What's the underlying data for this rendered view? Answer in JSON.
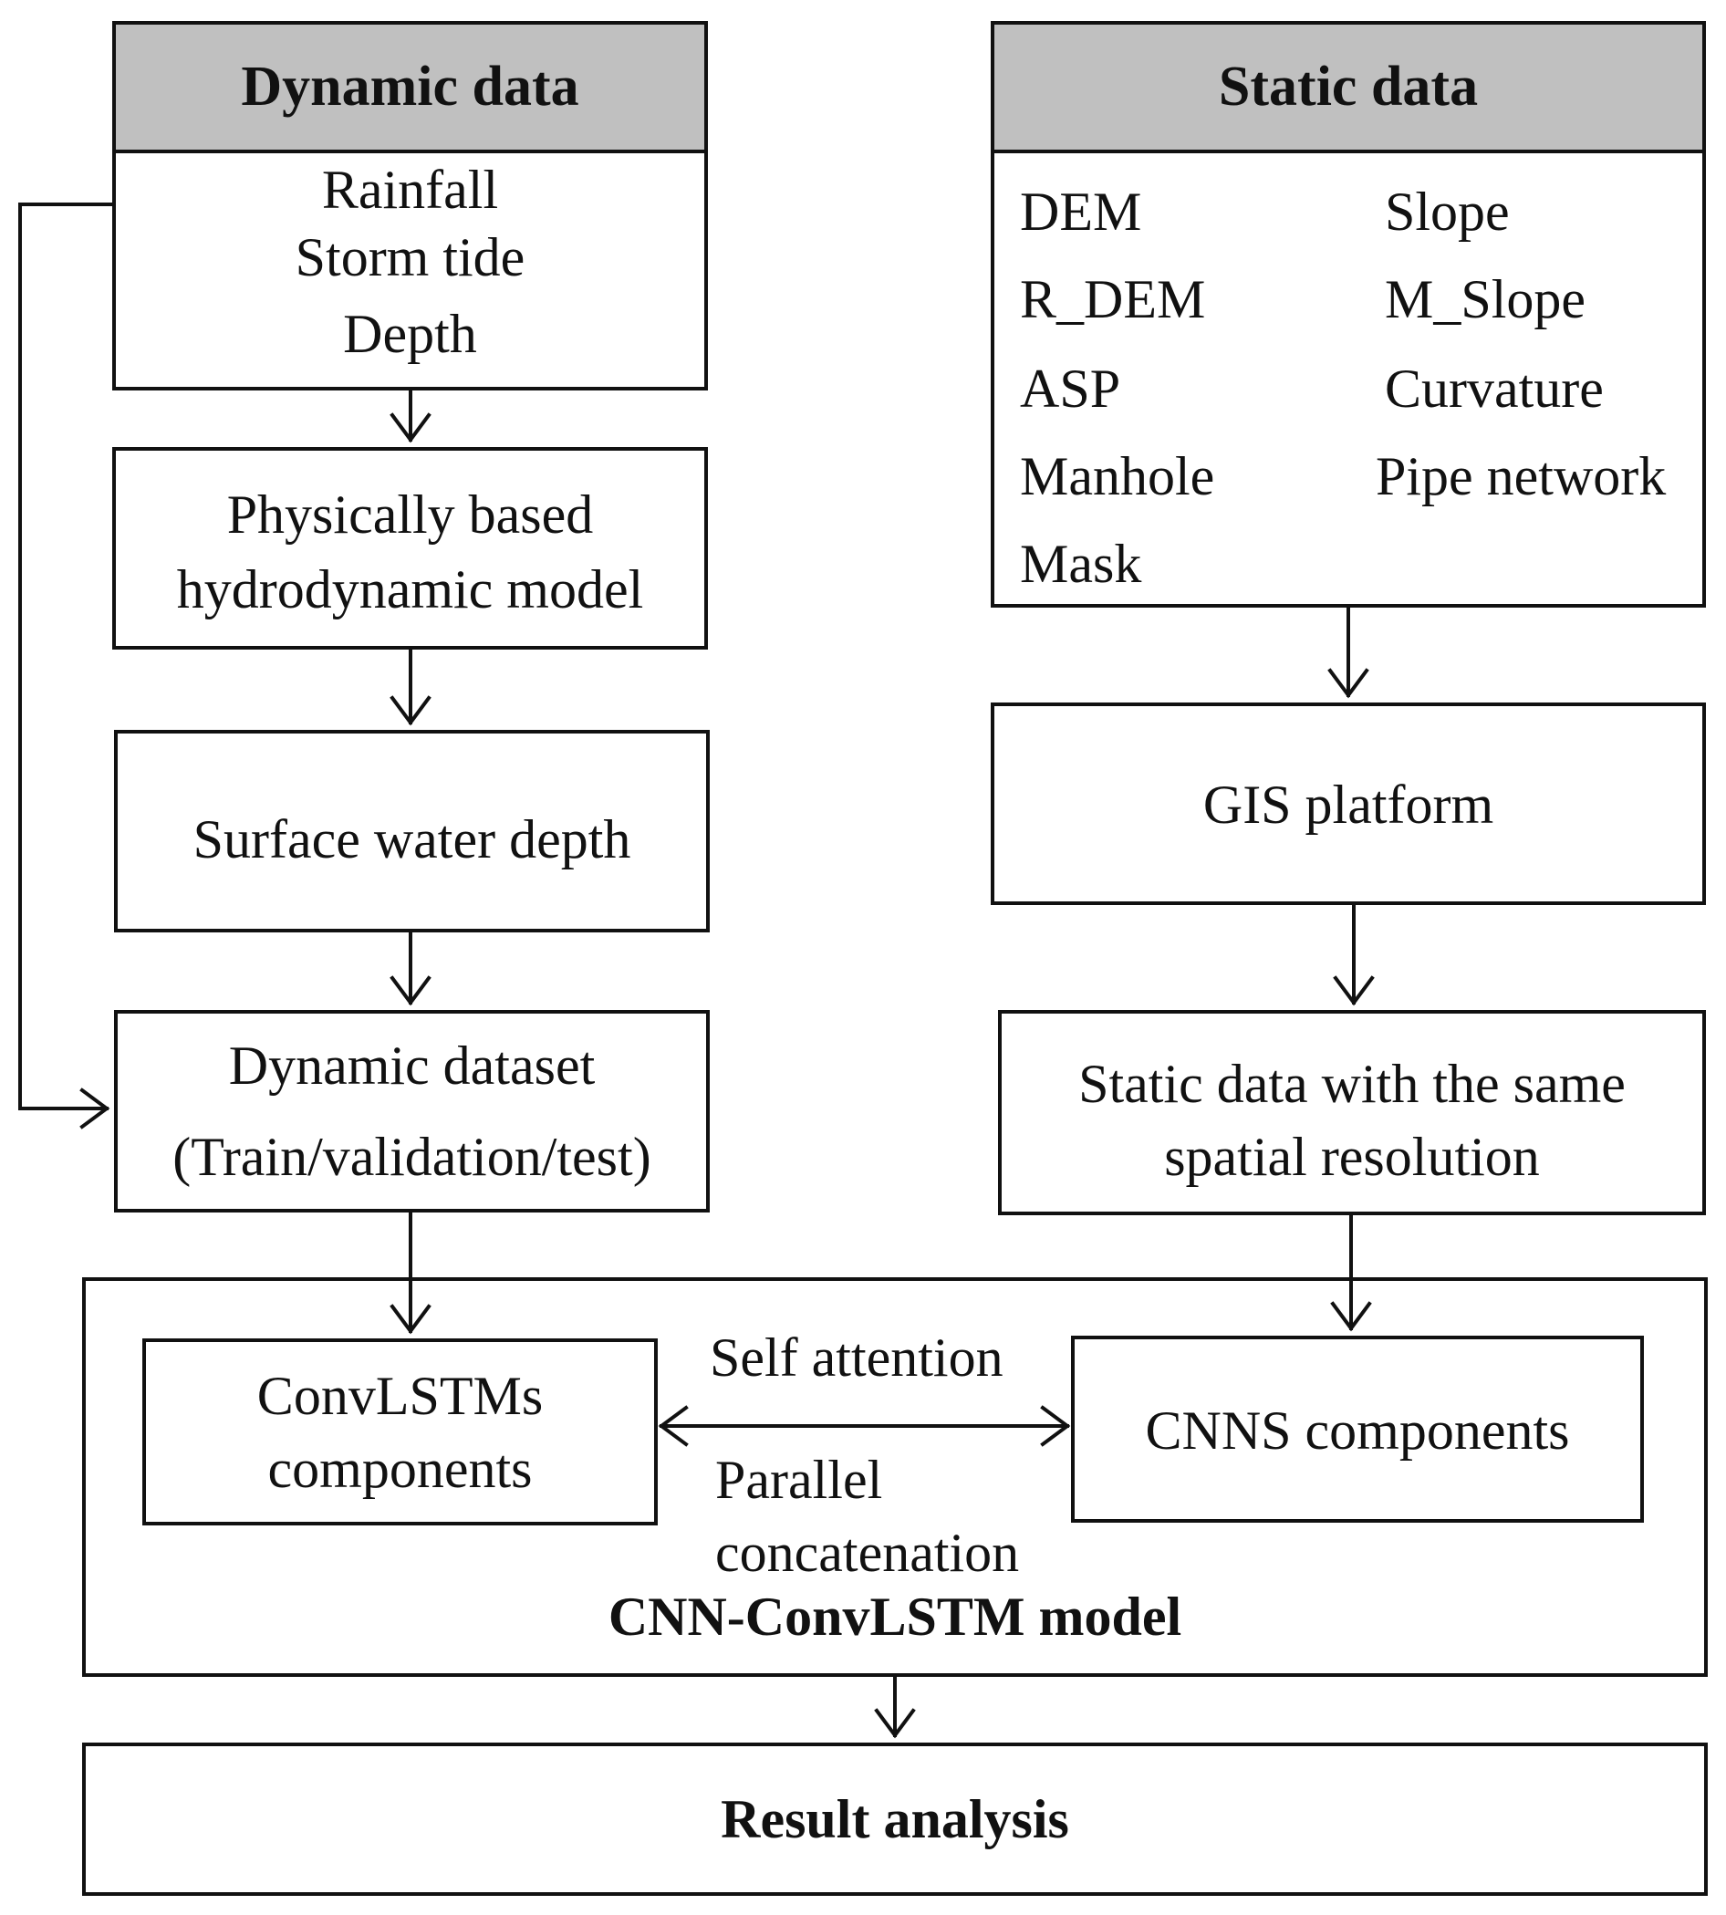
{
  "dynamic_data": {
    "title": "Dynamic data",
    "items": [
      "Rainfall",
      "Storm tide",
      "Depth"
    ]
  },
  "static_data": {
    "title": "Static data",
    "items_left": [
      "DEM",
      "R_DEM",
      "ASP",
      "Manhole",
      "Mask"
    ],
    "items_right": [
      "Slope",
      "M_Slope",
      "Curvature",
      "Pipe network"
    ]
  },
  "nodes": {
    "physical_model": [
      "Physically based",
      "hydrodynamic model"
    ],
    "surface_depth": "Surface water depth",
    "dynamic_dataset": [
      "Dynamic dataset",
      "(Train/validation/test)"
    ],
    "gis_platform": "GIS platform",
    "static_same_res": [
      "Static data with the same",
      "spatial resolution"
    ],
    "convlstm": [
      "ConvLSTMs",
      "components"
    ],
    "cnns": "CNNS components",
    "self_attention": "Self attention",
    "parallel": [
      "Parallel",
      "concatenation"
    ],
    "model_title": "CNN-ConvLSTM model",
    "result": "Result analysis"
  },
  "colors": {
    "header_fill": "#c0c0c0",
    "stroke": "#111111"
  }
}
